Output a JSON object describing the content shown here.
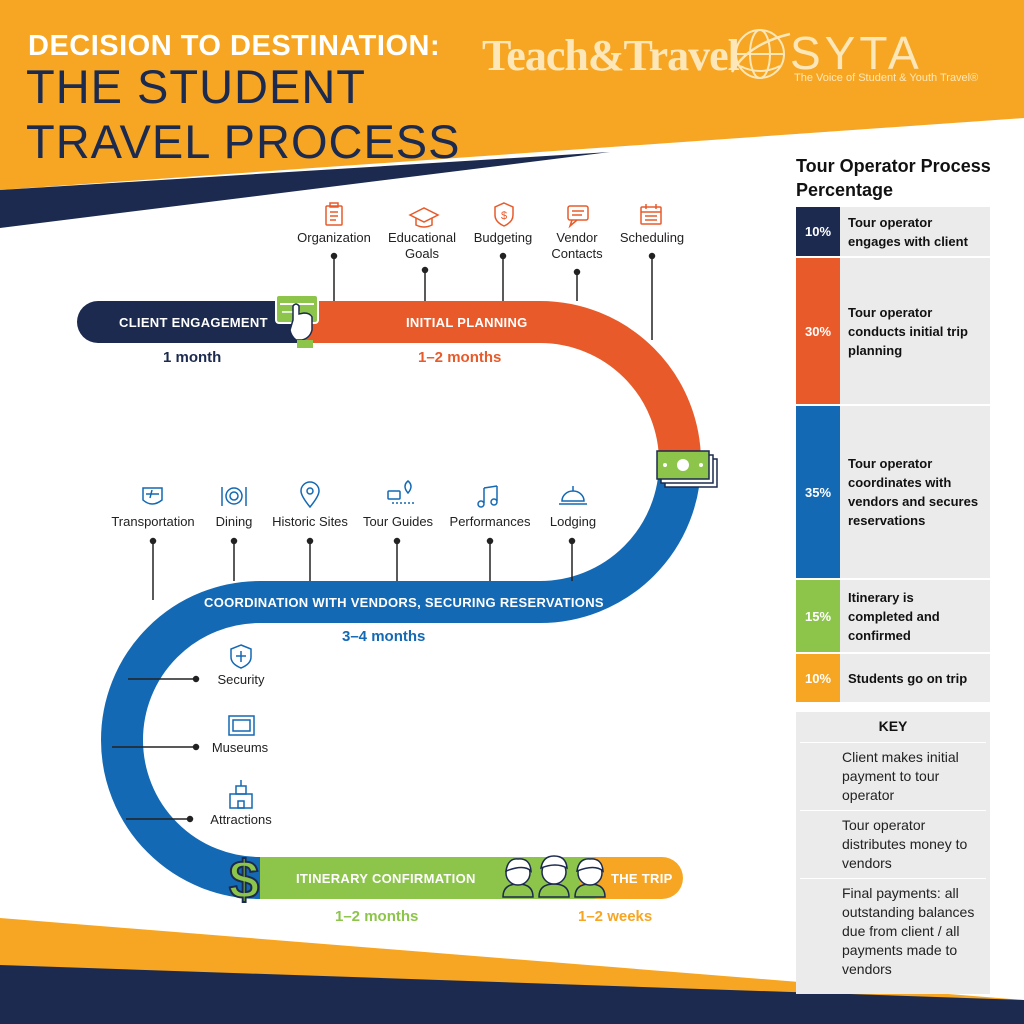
{
  "header": {
    "line1": "DECISION TO DESTINATION:",
    "line2": "THE STUDENT",
    "line3": "TRAVEL PROCESS"
  },
  "logos": {
    "teach_travel": "Teach&Travel",
    "syta": "SYTA",
    "syta_tagline": "The Voice of Student & Youth Travel®"
  },
  "colors": {
    "navy": "#1b2a4e",
    "orange": "#e85a2a",
    "blue": "#1469b4",
    "green": "#8dc54b",
    "gold": "#f6a623"
  },
  "stages": {
    "client_engagement": {
      "label": "CLIENT ENGAGEMENT",
      "duration": "1 month"
    },
    "initial_planning": {
      "label": "INITIAL PLANNING",
      "duration": "1–2 months"
    },
    "coordination": {
      "label": "COORDINATION WITH VENDORS, SECURING RESERVATIONS",
      "duration": "3–4 months"
    },
    "itinerary": {
      "label": "ITINERARY CONFIRMATION",
      "duration": "1–2 months"
    },
    "trip": {
      "label": "THE TRIP",
      "duration": "1–2 weeks"
    }
  },
  "planning_items": [
    {
      "label": "Organization",
      "icon": "clipboard-icon"
    },
    {
      "label": "Educational Goals",
      "icon": "graduation-cap-icon"
    },
    {
      "label": "Budgeting",
      "icon": "dollar-shield-icon"
    },
    {
      "label": "Vendor Contacts",
      "icon": "chat-icon"
    },
    {
      "label": "Scheduling",
      "icon": "calendar-icon"
    }
  ],
  "vendor_items": [
    {
      "label": "Transportation",
      "icon": "plane-icon"
    },
    {
      "label": "Dining",
      "icon": "plate-icon"
    },
    {
      "label": "Historic Sites",
      "icon": "map-pin-icon"
    },
    {
      "label": "Tour Guides",
      "icon": "route-icon"
    },
    {
      "label": "Performances",
      "icon": "music-note-icon"
    },
    {
      "label": "Lodging",
      "icon": "service-bell-icon"
    }
  ],
  "side_items": [
    {
      "label": "Security",
      "icon": "security-shield-icon"
    },
    {
      "label": "Museums",
      "icon": "museum-frame-icon"
    },
    {
      "label": "Attractions",
      "icon": "castle-icon"
    }
  ],
  "panel": {
    "title": "Tour Operator Process Percentage",
    "rows": [
      {
        "pct": "10%",
        "text": "Tour operator engages with client",
        "color": "#1b2a4e"
      },
      {
        "pct": "30%",
        "text": "Tour operator conducts initial trip planning",
        "color": "#e85a2a"
      },
      {
        "pct": "35%",
        "text": "Tour operator coordinates with vendors and secures reservations",
        "color": "#1469b4"
      },
      {
        "pct": "15%",
        "text": "Itinerary is completed and confirmed",
        "color": "#8dc54b"
      },
      {
        "pct": "10%",
        "text": "Students go on trip",
        "color": "#f6a623"
      }
    ]
  },
  "key": {
    "title": "KEY",
    "items": [
      {
        "text": "Client makes initial payment to tour operator",
        "icon": "card-payment-icon"
      },
      {
        "text": "Tour operator distributes money to vendors",
        "icon": "cash-stack-icon"
      },
      {
        "text": "Final payments: all outstanding balances due from client / all payments made to vendors",
        "icon": "dollar-sign-icon"
      }
    ]
  }
}
